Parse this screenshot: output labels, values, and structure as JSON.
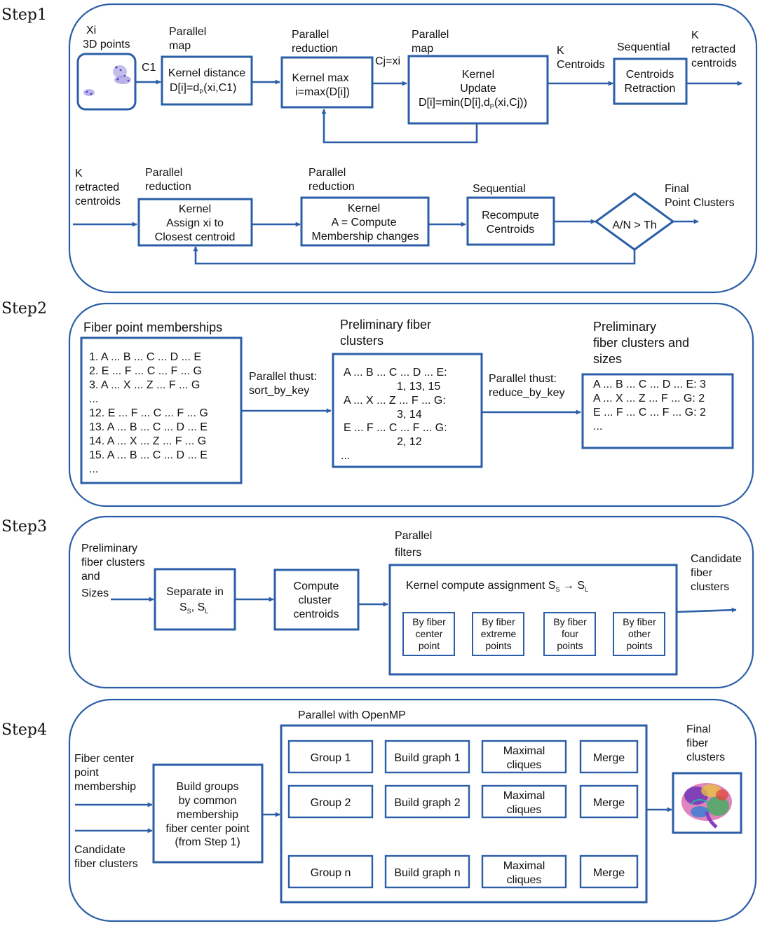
{
  "steps": [
    "Step1",
    "Step2",
    "Step3",
    "Step4"
  ],
  "step1": {
    "input_label": [
      "Xi",
      "3D points"
    ],
    "c1": "C1",
    "par_map_1": [
      "Parallel",
      "map"
    ],
    "kernel_distance": [
      "Kernel distance",
      "D[i]=d",
      "P",
      "(xi,C1)"
    ],
    "par_red_1": [
      "Parallel",
      "reduction"
    ],
    "kernel_max": [
      "Kernel max",
      "i=max(D[i])"
    ],
    "cj": "Cj=xi",
    "par_map_2": [
      "Parallel",
      "map"
    ],
    "kernel_update": [
      "Kernel",
      "Update",
      "D[i]=min(D[i],d",
      "P",
      "(xi,Cj))"
    ],
    "k_centroids": [
      "K",
      "Centroids"
    ],
    "sequential_1": "Sequential",
    "centroids_retraction": [
      "Centroids",
      "Retraction"
    ],
    "k_retracted_out": [
      "K",
      "retracted",
      "centroids"
    ],
    "k_retracted_in": [
      "K",
      "retracted",
      "centroids"
    ],
    "par_red_2": [
      "Parallel",
      "reduction"
    ],
    "assign": [
      "Kernel",
      "Assign xi to",
      "Closest centroid"
    ],
    "par_red_3": [
      "Parallel",
      "reduction"
    ],
    "compute_changes": [
      "Kernel",
      "A = Compute",
      "Membership changes"
    ],
    "sequential_2": "Sequential",
    "recompute": [
      "Recompute",
      "Centroids"
    ],
    "decision": "A/N > Th",
    "final_point": [
      "Final",
      "Point Clusters"
    ]
  },
  "step2": {
    "memberships_title": "Fiber point memberships",
    "memberships": [
      "1.  A ... B ... C ... D ... E",
      "2.  E ... F ... C ... F ... G",
      "3.  A ... X ... Z ... F ... G",
      "...",
      "12.  E ... F ... C ... F ... G",
      "13.  A ... B ... C ... D ... E",
      "14.  A ... X ... Z ... F ... G",
      "15.  A ... B ... C ... D ... E",
      "..."
    ],
    "sort_label": [
      "Parallel thust:",
      "sort_by_key"
    ],
    "prelim_title": [
      "Preliminary fiber",
      "clusters"
    ],
    "prelim": [
      "A ... B ... C ... D ... E:",
      "1, 13, 15",
      "A ... X ... Z ... F ... G:",
      "3, 14",
      "E ... F ... C ... F ... G:",
      "2, 12",
      "..."
    ],
    "reduce_label": [
      "Parallel thust:",
      "reduce_by_key"
    ],
    "sizes_title": [
      "Preliminary",
      "fiber clusters and",
      "sizes"
    ],
    "sizes": [
      "A ... B ... C ... D ... E:  3",
      "A ... X ... Z ... F ... G: 2",
      "E ... F ... C ... F ... G: 2",
      "..."
    ]
  },
  "step3": {
    "input_label": [
      "Preliminary",
      "fiber clusters",
      "and",
      "Sizes"
    ],
    "separate": [
      "Separate in",
      "S",
      "S",
      ", S",
      "L"
    ],
    "compute_centroids": [
      "Compute",
      "cluster",
      "centroids"
    ],
    "par_filters": [
      "Parallel",
      "filters"
    ],
    "assign_title": [
      "Kernel compute assignment S",
      "S",
      " → S",
      "L"
    ],
    "filters": [
      [
        "By fiber",
        "center",
        "point"
      ],
      [
        "By fiber",
        "extreme",
        "points"
      ],
      [
        "By fiber",
        "four",
        "points"
      ],
      [
        "By fiber",
        "other",
        "points"
      ]
    ],
    "output_label": [
      "Candidate",
      "fiber",
      "clusters"
    ]
  },
  "step4": {
    "input_1": [
      "Fiber center",
      "point",
      "membership"
    ],
    "input_2": [
      "Candidate",
      "fiber clusters"
    ],
    "build_groups": [
      "Build groups",
      "by common",
      "membership",
      "fiber center point",
      "(from Step 1)"
    ],
    "openmp_title": "Parallel with OpenMP",
    "rows": [
      {
        "group": "Group 1",
        "graph": "Build graph 1",
        "cliques": [
          "Maximal",
          "cliques"
        ],
        "merge": "Merge"
      },
      {
        "group": "Group 2",
        "graph": "Build graph 2",
        "cliques": [
          "Maximal",
          "cliques"
        ],
        "merge": "Merge"
      },
      {
        "group": "Group n",
        "graph": "Build graph n",
        "cliques": [
          "Maximal",
          "cliques"
        ],
        "merge": "Merge"
      }
    ],
    "final": [
      "Final",
      "fiber",
      "clusters"
    ]
  },
  "colors": {
    "line": "#2b5ea7",
    "text": "#111111"
  }
}
